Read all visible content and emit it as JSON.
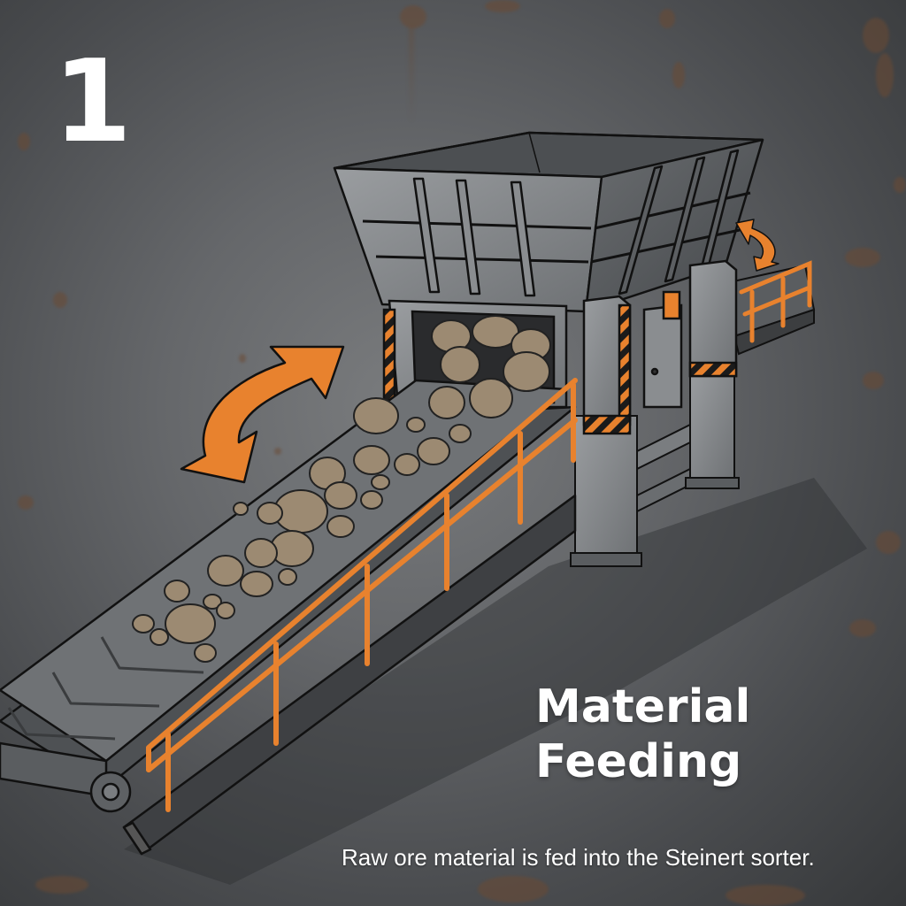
{
  "step": {
    "number": "1",
    "title_line1": "Material",
    "title_line2": "Feeding",
    "caption": "Raw ore material is fed into the Steinert sorter."
  },
  "illustration": {
    "subject": "Inclined conveyor belt feeding rocks into a hopper",
    "components": [
      "hopper",
      "feed-chute",
      "inclined-conveyor-belt",
      "orange-safety-railing",
      "control-cabinet",
      "support-legs",
      "hazard-stripes",
      "ore-rocks",
      "rotation-arrow-large",
      "rotation-arrow-small",
      "discharge-conveyor"
    ]
  },
  "colors": {
    "background": "#65676a",
    "accent_orange": "#e8822e",
    "steel": "#8d9093",
    "steel_dark": "#5c5f62",
    "rock": "#9c8a72",
    "text": "#ffffff",
    "rust": "#6b4a33"
  }
}
